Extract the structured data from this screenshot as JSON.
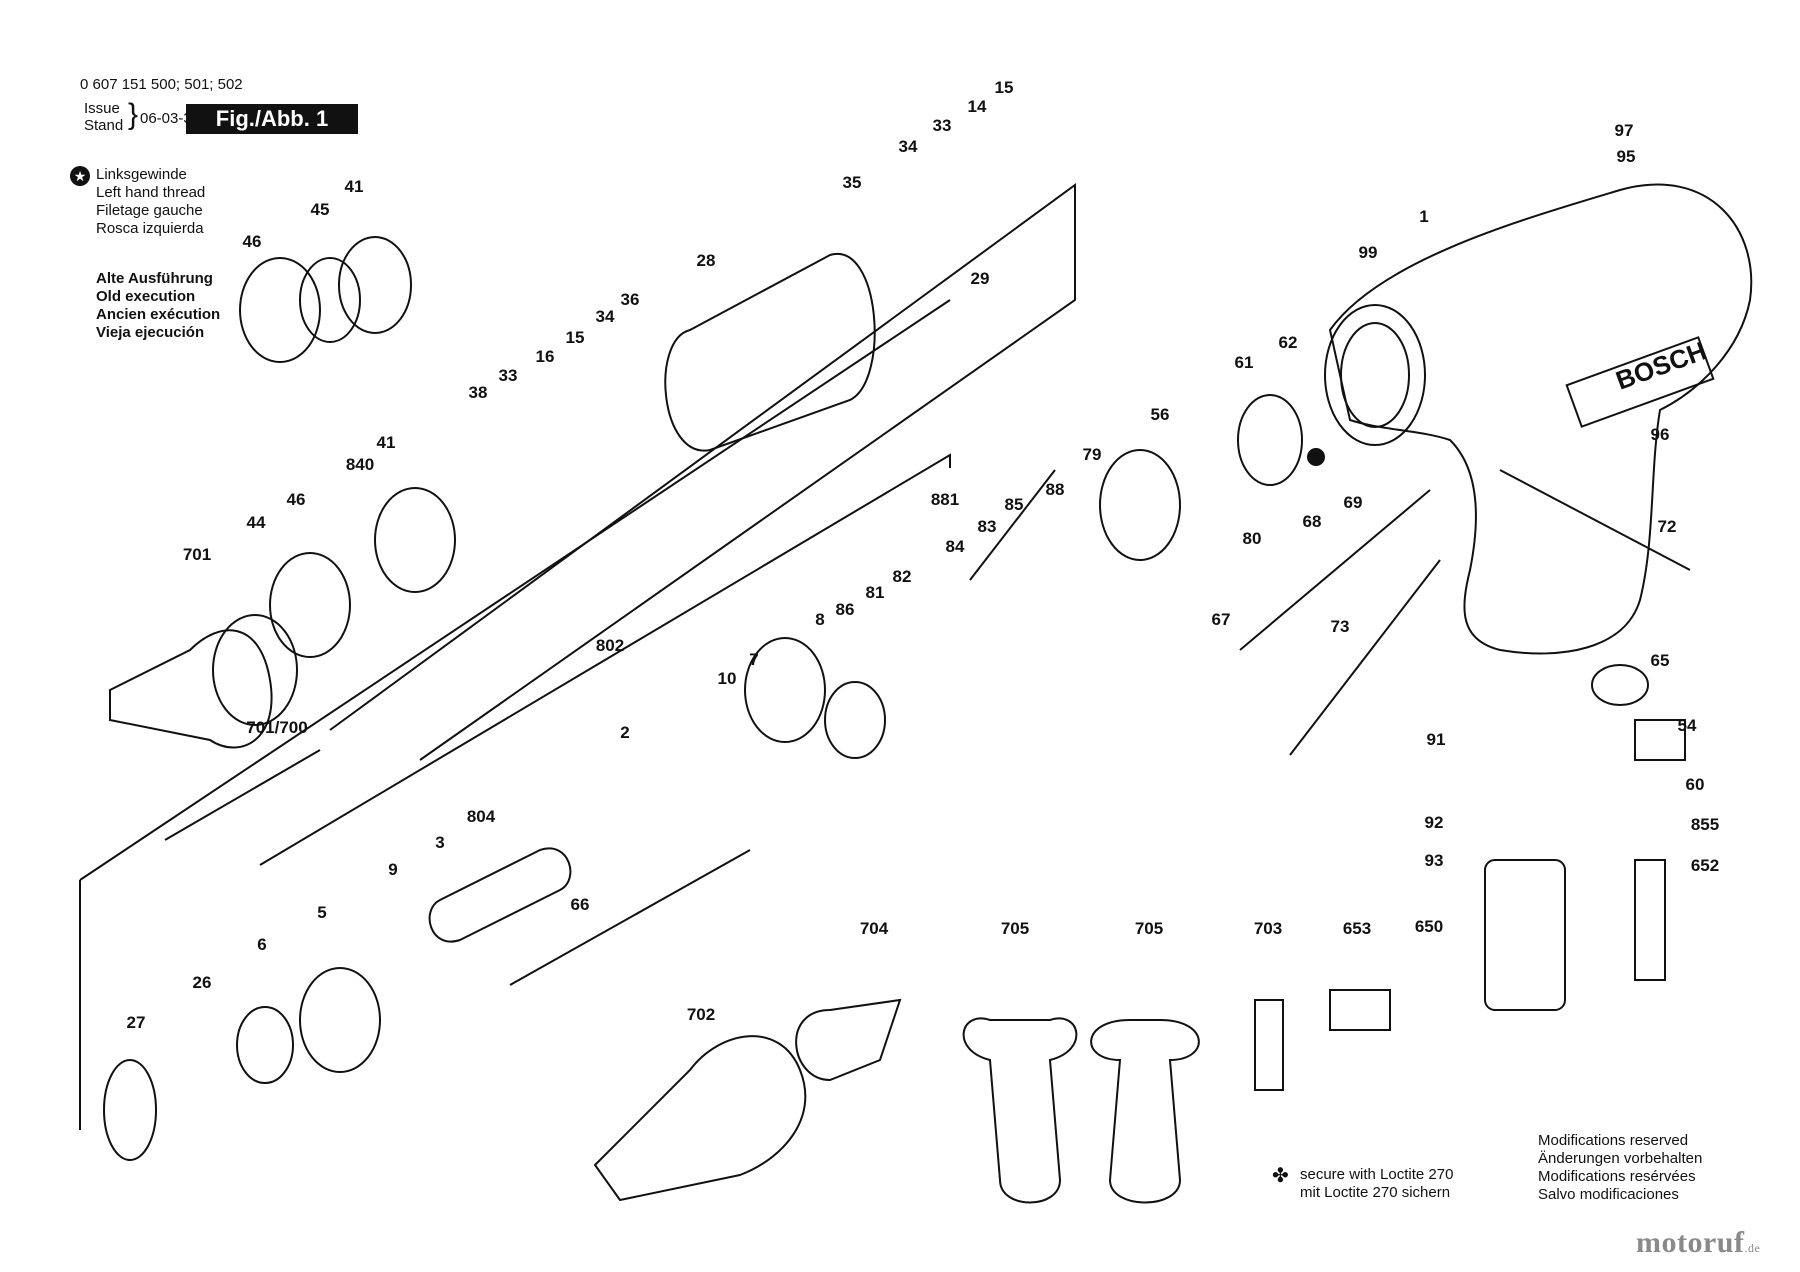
{
  "header": {
    "part_number": "0 607 151 500; 501; 502",
    "issue_label": "Issue",
    "stand_label": "Stand",
    "issue_date": "06-03-30",
    "figure": "Fig./Abb. 1"
  },
  "legend_thread": {
    "icon": "star-circle-icon",
    "lines": [
      "Linksgewinde",
      "Left hand thread",
      "Filetage gauche",
      "Rosca izquierda"
    ]
  },
  "legend_old": {
    "lines": [
      "Alte Ausführung",
      "Old execution",
      "Ancien exécution",
      "Vieja ejecución"
    ]
  },
  "note_loctite": {
    "icon": "clover-icon",
    "lines": [
      "secure with Loctite 270",
      "mit Loctite 270 sichern"
    ]
  },
  "note_modifications": {
    "lines": [
      "Modifications reserved",
      "Änderungen vorbehalten",
      "Modifications resérvées",
      "Salvo modificaciones"
    ]
  },
  "brand": {
    "name": "motoruf",
    "tld": ".de"
  },
  "housing_logo": "BOSCH",
  "part_labels": [
    "15",
    "14",
    "33",
    "34",
    "97",
    "95",
    "35",
    "29",
    "28",
    "1",
    "99",
    "41",
    "45",
    "46",
    "62",
    "61",
    "36",
    "34",
    "15",
    "16",
    "33",
    "38",
    "56",
    "79",
    "96",
    "41",
    "840",
    "46",
    "88",
    "881",
    "85",
    "83",
    "84",
    "69",
    "68",
    "80",
    "72",
    "701",
    "44",
    "86",
    "82",
    "81",
    "8",
    "67",
    "73",
    "802",
    "7",
    "10",
    "65",
    "2",
    "54",
    "701/700",
    "91",
    "60",
    "804",
    "92",
    "855",
    "93",
    "652",
    "9",
    "3",
    "5",
    "66",
    "650",
    "6",
    "26",
    "704",
    "705",
    "705",
    "703",
    "653",
    "27",
    "702"
  ]
}
